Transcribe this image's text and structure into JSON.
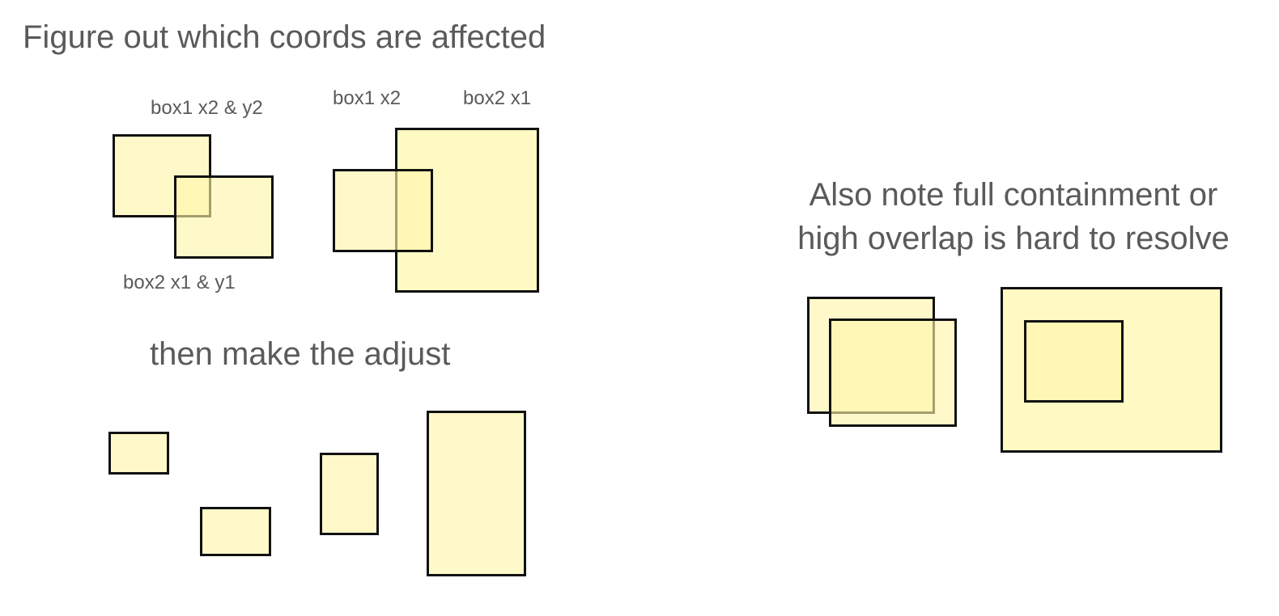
{
  "colors": {
    "text": "#5a5a5a",
    "box_fill": "#fff6aa",
    "box_stroke": "#111111"
  },
  "texts": {
    "title": "Figure out which coords are affected",
    "label_pair1_box1": "box1 x2 & y2",
    "label_pair1_box2": "box2 x1 & y1",
    "label_pair2_box1": "box1 x2",
    "label_pair2_box2": "box2 x1",
    "adjust": "then make the adjust",
    "note_line1": "Also note full containment or",
    "note_line2": "high overlap is hard to resolve"
  }
}
